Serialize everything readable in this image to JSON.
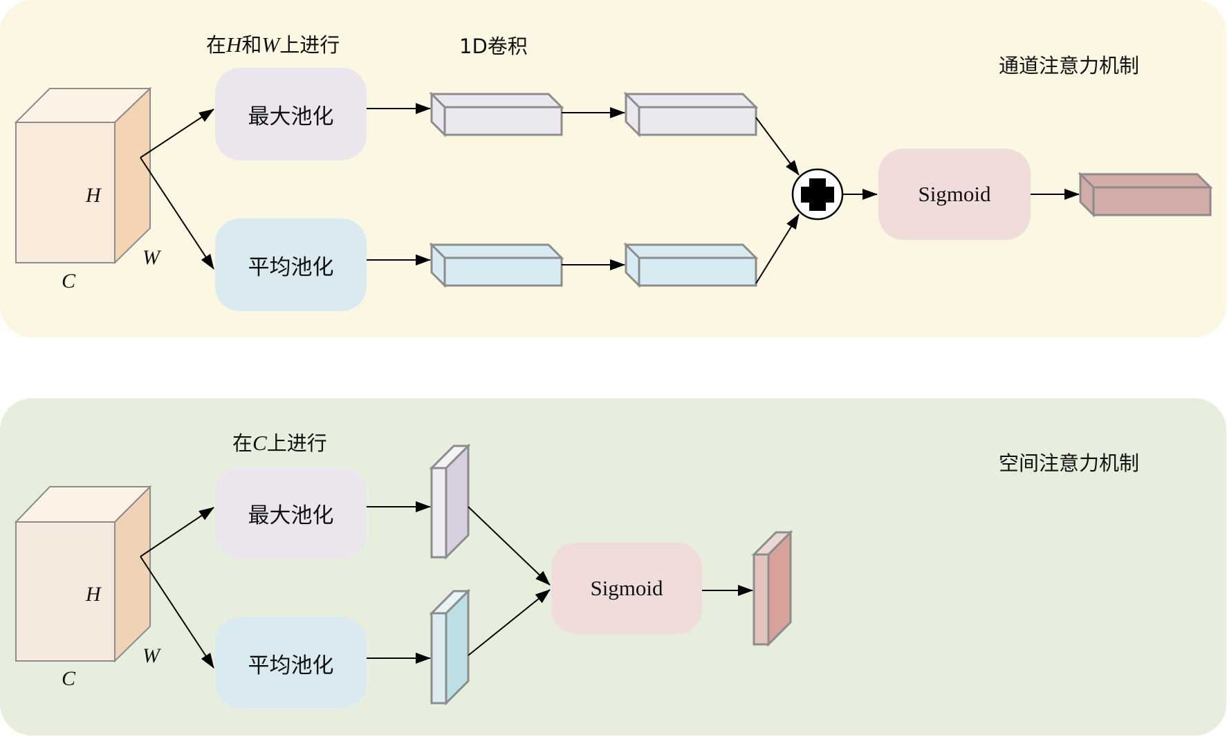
{
  "colors": {
    "channel_panel_bg": "#fcf7e2",
    "spatial_panel_bg": "#e8eedd",
    "max_pool_box": "#ebe6ee",
    "avg_pool_box": "#d9ebf0",
    "sigmoid_box": "#f0dcdb",
    "cube_front": "#faeadb",
    "cube_side": "#f5d4b3",
    "cube_top": "#fcf2e6",
    "edge": "#8c8c8c",
    "arrow": "#000000",
    "max_slab": "#ebe8f0",
    "max_slab_side": "#d6d0de",
    "avg_slab": "#d8eaf2",
    "avg_slab_side": "#bcdfe5",
    "channel_output": "#d2ada8",
    "spatial_output_front": "#e4c3bd",
    "spatial_output_side": "#d7a19c"
  },
  "channel_attention": {
    "title": "通道注意力机制",
    "pooling_caption": {
      "prefix": "在",
      "var1": "H",
      "mid": "和",
      "var2": "W",
      "suffix": "上进行"
    },
    "conv_caption": "1D卷积",
    "input_dims": {
      "h": "H",
      "w": "W",
      "c": "C"
    },
    "max_pool_label": "最大池化",
    "avg_pool_label": "平均池化",
    "add_symbol": "plus-circle",
    "sigmoid_label": "Sigmoid"
  },
  "spatial_attention": {
    "title": "空间注意力机制",
    "pooling_caption": {
      "prefix": "在",
      "var1": "C",
      "suffix": "上进行"
    },
    "input_dims": {
      "h": "H",
      "w": "W",
      "c": "C"
    },
    "max_pool_label": "最大池化",
    "avg_pool_label": "平均池化",
    "sigmoid_label": "Sigmoid"
  }
}
